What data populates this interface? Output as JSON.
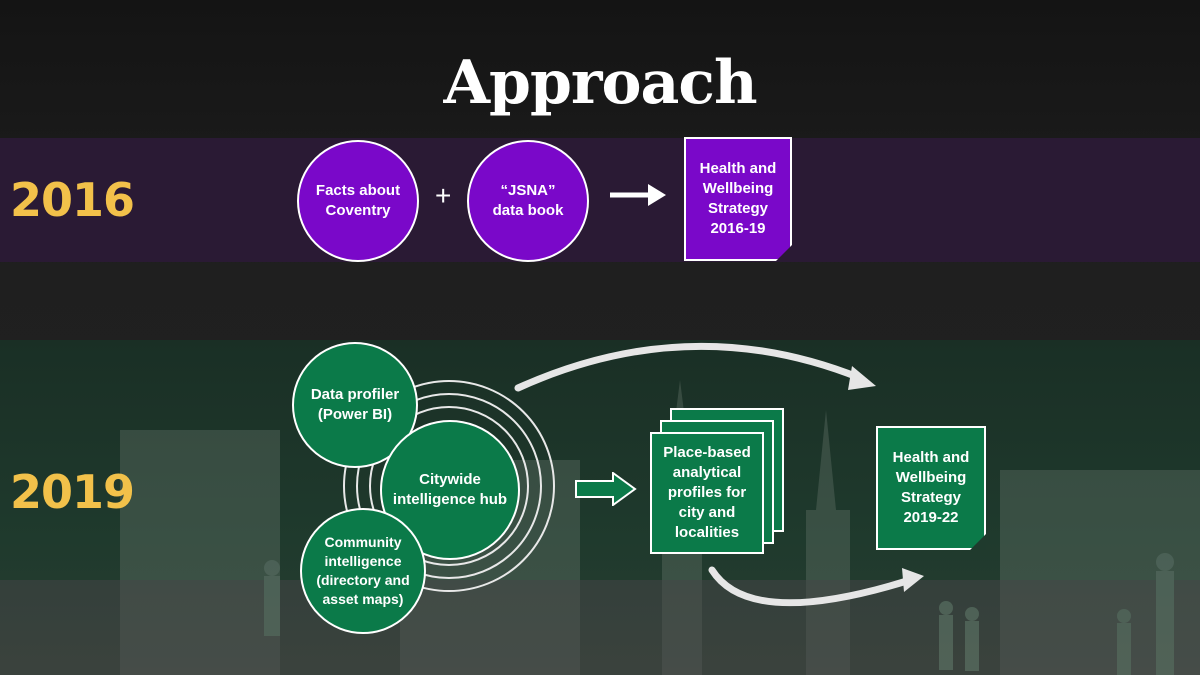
{
  "title": "Approach",
  "years": {
    "y2016": "2016",
    "y2019": "2019"
  },
  "row2016": {
    "circle1": [
      "Facts about",
      "Coventry"
    ],
    "plus": "+",
    "circle2": [
      "“JSNA”",
      "data book"
    ],
    "doc": [
      "Health and",
      "Wellbeing",
      "Strategy",
      "2016-19"
    ]
  },
  "row2019": {
    "profiler": [
      "Data profiler",
      "(Power BI)"
    ],
    "hub": [
      "Citywide",
      "intelligence hub"
    ],
    "community": [
      "Community",
      "intelligence",
      "(directory and",
      "asset maps)"
    ],
    "profiles": [
      "Place-based",
      "analytical",
      "profiles for",
      "city and",
      "localities"
    ],
    "doc": [
      "Health and",
      "Wellbeing",
      "Strategy",
      "2019-22"
    ]
  },
  "colors": {
    "accent_year": "#f2c14a",
    "purple": "#7a08c9",
    "green": "#0b7a49"
  }
}
